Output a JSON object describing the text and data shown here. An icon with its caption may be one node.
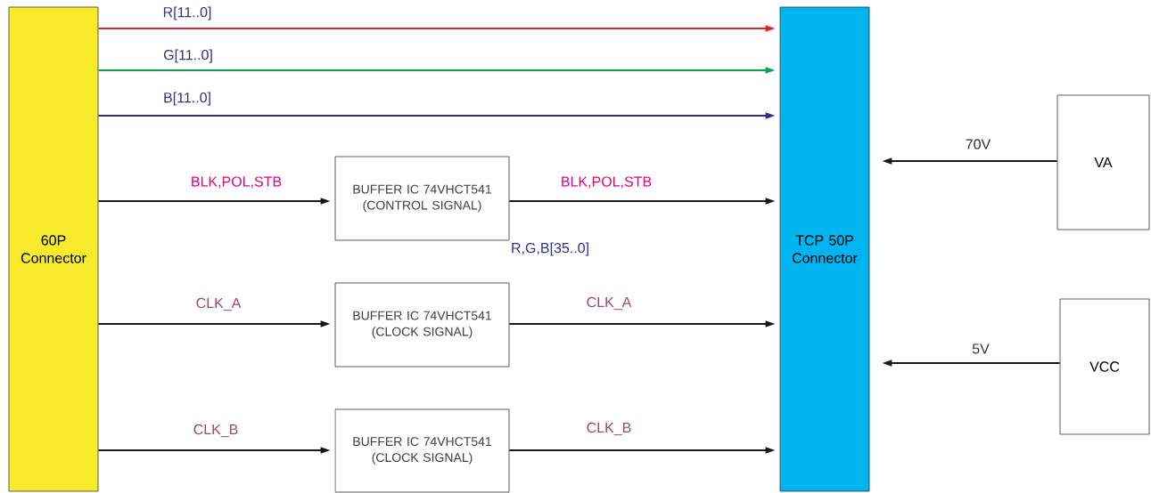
{
  "diagram": {
    "nodes": [
      {
        "text": [
          "60P Connector"
        ]
      },
      {
        "text": [
          "BUFFER IC 74VHCT541 (CONTROL SIGNAL)"
        ]
      },
      {
        "text": [
          "BUFFER IC 74VHCT541 (CLOCK SIGNAL)"
        ]
      },
      {
        "text": [
          "BUFFER IC 74VHCT541 (CLOCK SIGNAL)"
        ]
      },
      {
        "text": [
          "TCP 50P Connector"
        ]
      },
      {
        "text": [
          "VA"
        ]
      },
      {
        "text": [
          "VCC"
        ]
      }
    ],
    "edges": [
      {
        "from": 0,
        "to": 4,
        "arrow": "to",
        "label": "R[11..0]",
        "color": "#e8202a"
      },
      {
        "from": 0,
        "to": 4,
        "arrow": "to",
        "label": "G[11..0]",
        "color": "#00a651"
      },
      {
        "from": 0,
        "to": 4,
        "arrow": "to",
        "label": "B[11..0]",
        "color": "#2e3192"
      },
      {
        "from": 0,
        "to": 1,
        "arrow": "to",
        "label": "BLK,POL,STB"
      },
      {
        "from": 1,
        "to": 4,
        "arrow": "to",
        "label": "BLK,POL,STB"
      },
      {
        "from": 0,
        "to": 2,
        "arrow": "to",
        "label": "CLK_A"
      },
      {
        "from": 2,
        "to": 4,
        "arrow": "to",
        "label": "CLK_A"
      },
      {
        "from": 0,
        "to": 3,
        "arrow": "to",
        "label": "CLK_B"
      },
      {
        "from": 3,
        "to": 4,
        "arrow": "to",
        "label": "CLK_B"
      },
      {
        "from": 5,
        "to": 4,
        "arrow": "to",
        "label": "70V"
      },
      {
        "from": 6,
        "to": 4,
        "arrow": "to",
        "label": "5V"
      }
    ],
    "labels": [
      "R,G,B[35..0]"
    ]
  }
}
